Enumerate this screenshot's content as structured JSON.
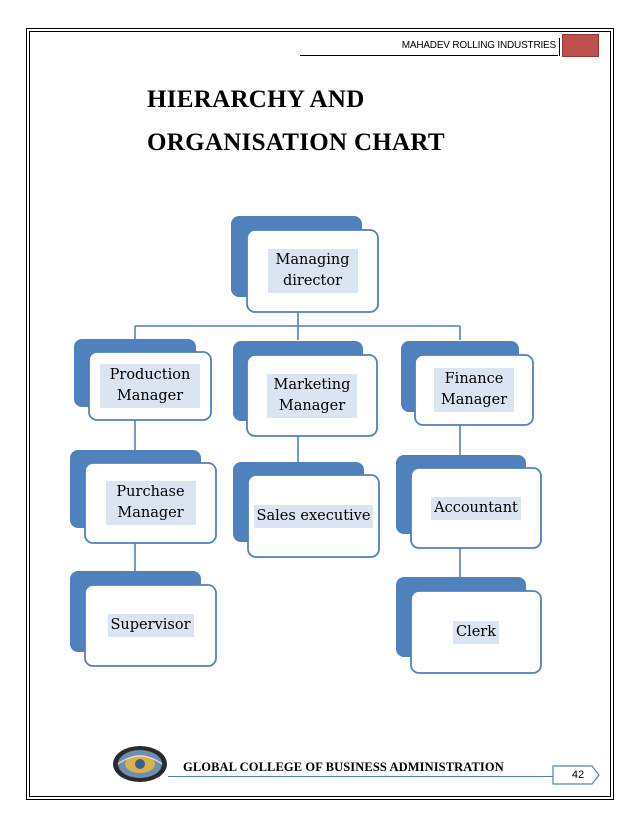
{
  "header": {
    "company": "MAHADEV ROLLING INDUSTRIES",
    "accent_color": "#c0504d"
  },
  "page": {
    "heading_line1": "HIERARCHY AND",
    "heading_line2": "ORGANISATION CHART"
  },
  "org_chart": {
    "node_color": "#4f81bd",
    "label_highlight": "#dbe5f1",
    "root": {
      "label": "Managing director"
    },
    "departments": [
      {
        "label": "Production Manager",
        "children": [
          "Purchase Manager",
          "Supervisor"
        ]
      },
      {
        "label": "Marketing Manager",
        "children": [
          "Sales executive"
        ]
      },
      {
        "label": "Finance Manager",
        "children": [
          "Accountant",
          "Clerk"
        ]
      }
    ]
  },
  "footer": {
    "college": "GLOBAL COLLEGE OF BUSINESS ADMINISTRATION",
    "page_number": "42",
    "logo_icon": "college-seal-icon"
  }
}
